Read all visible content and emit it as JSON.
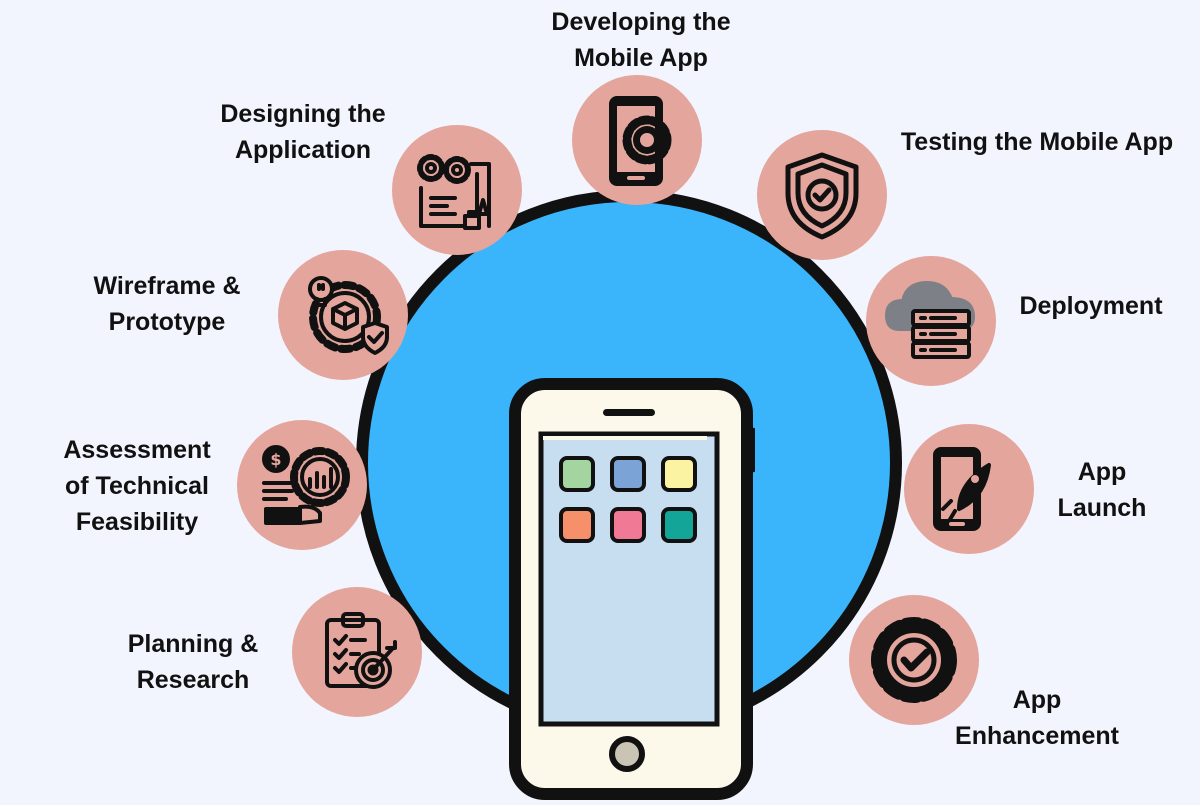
{
  "colors": {
    "background": "#f2f5fd",
    "hub": "#3ab4fb",
    "hub_border": "#111111",
    "icon_circle": "#e4a59c",
    "phone_body": "#fdf9ea",
    "phone_screen": "#c7def1"
  },
  "steps": [
    {
      "icon": "clipboard-target-icon",
      "lines": [
        "Planning &",
        "Research"
      ]
    },
    {
      "icon": "dollar-gear-chart-icon",
      "lines": [
        "Assessment",
        "of Technical",
        "Feasibility"
      ]
    },
    {
      "icon": "lightbulb-gear-shield-icon",
      "lines": [
        "Wireframe &",
        "Prototype"
      ]
    },
    {
      "icon": "gears-blueprint-icon",
      "lines": [
        "Designing the",
        "Application"
      ]
    },
    {
      "icon": "phone-gear-icon",
      "lines": [
        "Developing the",
        "Mobile App"
      ]
    },
    {
      "icon": "shield-check-icon",
      "lines": [
        "Testing the Mobile App"
      ]
    },
    {
      "icon": "cloud-server-icon",
      "lines": [
        "Deployment"
      ]
    },
    {
      "icon": "phone-rocket-icon",
      "lines": [
        "App",
        "Launch"
      ]
    },
    {
      "icon": "gear-check-icon",
      "lines": [
        "App",
        "Enhancement"
      ]
    }
  ],
  "phone_app_colors": [
    "#a4d4a0",
    "#7ba3d6",
    "#fbf3a2",
    "#f5906b",
    "#f07a96",
    "#14a599"
  ]
}
